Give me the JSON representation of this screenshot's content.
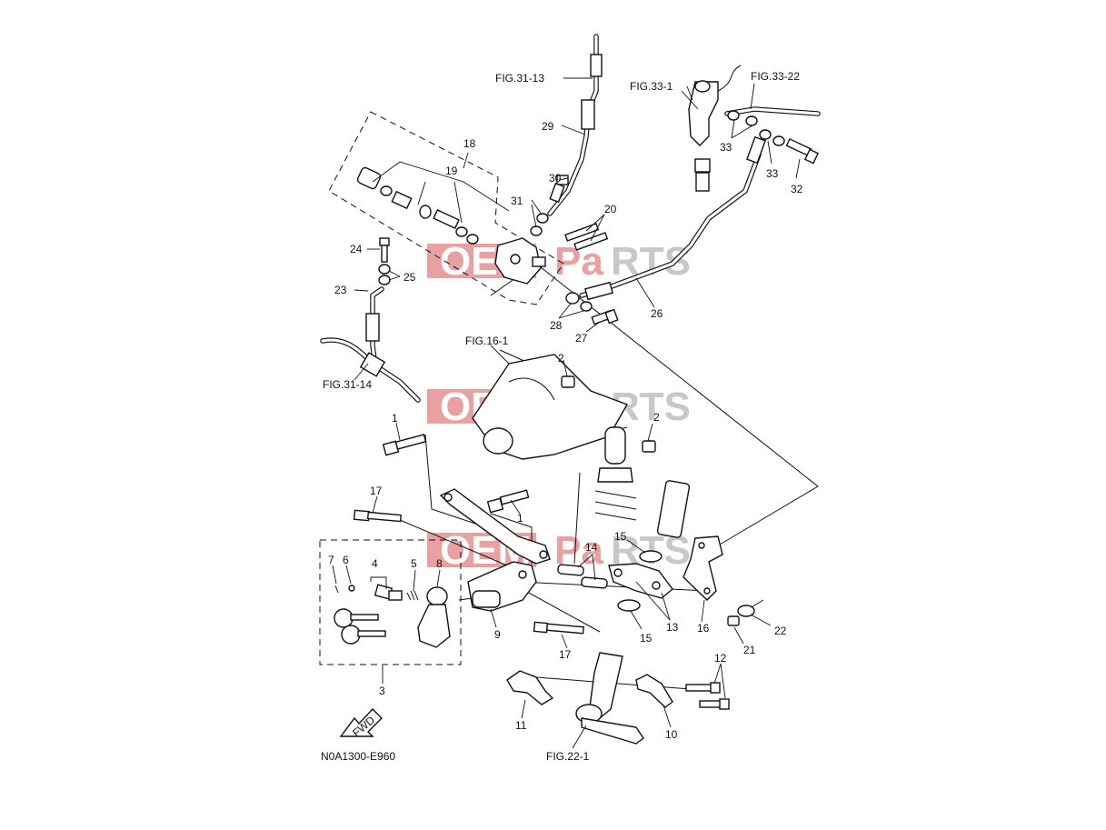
{
  "watermark": {
    "left": "OEM",
    "right_a": "Pa",
    "right_b": "RTS",
    "colors": {
      "red": "#e8a0a0",
      "gray": "#c8c8c8"
    }
  },
  "figure_refs": {
    "fig31_13": "FIG.31-13",
    "fig33_1": "FIG.33-1",
    "fig33_22": "FIG.33-22",
    "fig31_14": "FIG.31-14",
    "fig16_1": "FIG.16-1",
    "fig22_1": "FIG.22-1"
  },
  "part_numbers": {
    "p1a": "1",
    "p1b": "1",
    "p2a": "2",
    "p2b": "2",
    "p3": "3",
    "p4": "4",
    "p5": "5",
    "p6": "6",
    "p7": "7",
    "p8": "8",
    "p9": "9",
    "p10": "10",
    "p11": "11",
    "p12": "12",
    "p13": "13",
    "p14": "14",
    "p15a": "15",
    "p15b": "15",
    "p16": "16",
    "p17a": "17",
    "p17b": "17",
    "p18": "18",
    "p19": "19",
    "p20": "20",
    "p21": "21",
    "p22": "22",
    "p23": "23",
    "p24": "24",
    "p25": "25",
    "p26": "26",
    "p27": "27",
    "p28": "28",
    "p29": "29",
    "p30": "30",
    "p31": "31",
    "p32": "32",
    "p33a": "33",
    "p33b": "33"
  },
  "fwd_label": "FWD",
  "diagram_code": "N0A1300-E960"
}
